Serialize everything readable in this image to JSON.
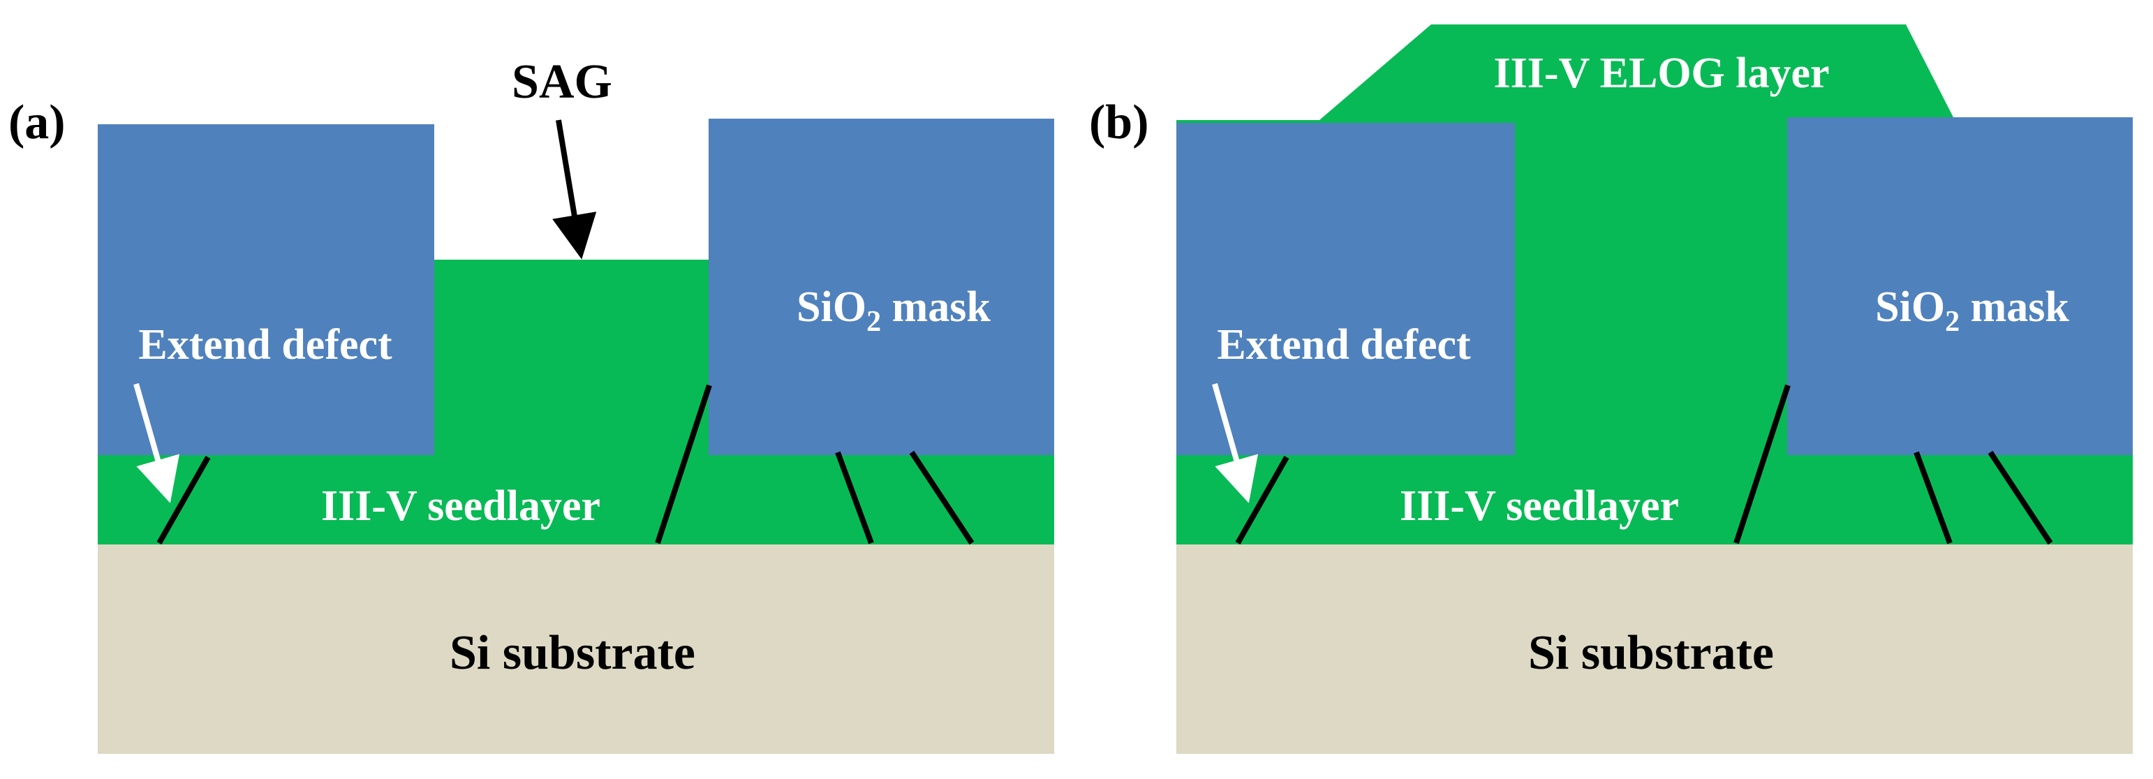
{
  "panels": {
    "a": {
      "panel_label": "(a)",
      "sag_label": "SAG",
      "defect_label": "Extend defect",
      "mask_label_prefix": "SiO",
      "mask_label_sub": "2",
      "mask_label_suffix": " mask",
      "seed_label": "III-V seedlayer",
      "substrate_label": "Si substrate"
    },
    "b": {
      "panel_label": "(b)",
      "elog_label": "III-V ELOG layer",
      "defect_label": "Extend defect",
      "mask_label_prefix": "SiO",
      "mask_label_sub": "2",
      "mask_label_suffix": " mask",
      "seed_label": "III-V seedlayer",
      "substrate_label": "Si substrate"
    }
  },
  "colors": {
    "iii_v_green": "#08BA55",
    "sio2_blue": "#4F81BD",
    "si_beige": "#DDD9C4",
    "defect_line": "#000000",
    "label_white": "#FFFFFF",
    "label_black": "#000000"
  }
}
